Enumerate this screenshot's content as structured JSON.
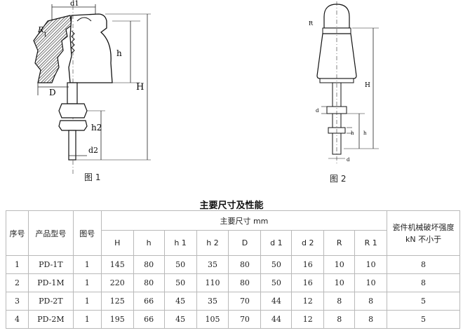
{
  "figure1": {
    "caption": "图 1",
    "labels": {
      "d1": "d1",
      "r": "R",
      "r1": "1",
      "h": "h",
      "H": "H",
      "D": "D",
      "h2": "h2",
      "d2": "d2"
    }
  },
  "figure2": {
    "caption": "图 2",
    "labels": {
      "R": "R",
      "H": "H",
      "d": "d",
      "h": "h",
      "h2": "h",
      "d1": "d"
    }
  },
  "table": {
    "title": "主要尺寸及性能",
    "headers": {
      "seq": "序号",
      "model": "产品型号",
      "fig": "图号",
      "dims_group": "主要尺寸  mm",
      "strength": "瓷件机械破坏强度 kN 不小于"
    },
    "dim_columns": [
      "H",
      "h",
      "h 1",
      "h 2",
      "D",
      "d 1",
      "d 2",
      "R",
      "R 1"
    ],
    "rows": [
      {
        "seq": "1",
        "model": "PD-1T",
        "fig": "1",
        "dims": [
          "145",
          "80",
          "50",
          "35",
          "80",
          "50",
          "16",
          "10",
          "10"
        ],
        "strength": "8"
      },
      {
        "seq": "2",
        "model": "PD-1M",
        "fig": "1",
        "dims": [
          "220",
          "80",
          "50",
          "110",
          "80",
          "50",
          "16",
          "10",
          "10"
        ],
        "strength": "8"
      },
      {
        "seq": "3",
        "model": "PD-2T",
        "fig": "1",
        "dims": [
          "125",
          "66",
          "45",
          "35",
          "70",
          "44",
          "12",
          "8",
          "8"
        ],
        "strength": "5"
      },
      {
        "seq": "4",
        "model": "PD-2M",
        "fig": "1",
        "dims": [
          "195",
          "66",
          "45",
          "105",
          "70",
          "44",
          "12",
          "8",
          "8"
        ],
        "strength": "5"
      }
    ]
  }
}
